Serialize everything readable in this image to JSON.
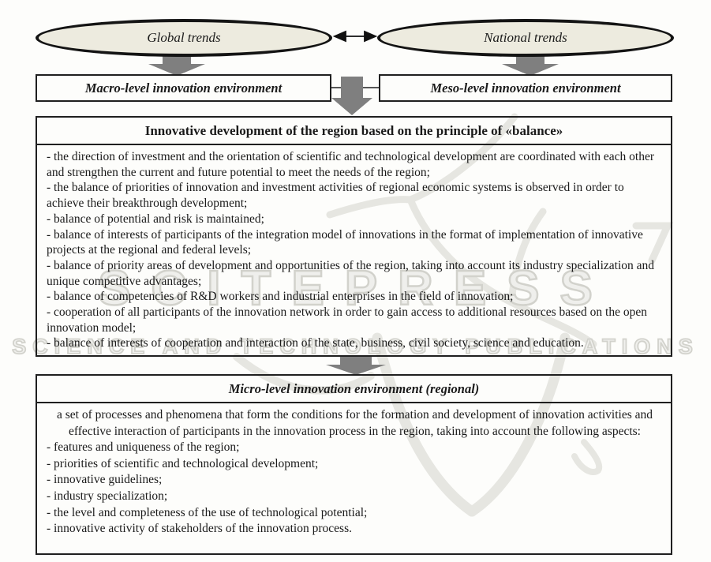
{
  "diagram": {
    "trends": {
      "global": "Global trends",
      "national": "National trends"
    },
    "levels": {
      "macro": "Macro-level innovation environment",
      "meso": "Meso-level innovation environment"
    },
    "balance": {
      "title": "Innovative development of the region based on the principle of «balance»",
      "items": [
        "- the direction of investment and the orientation of scientific and technological development are coordinated with each other and strengthen the current and future potential to meet the needs of the region;",
        "- the balance of priorities of innovation and investment activities of regional economic systems is observed in order to achieve their breakthrough development;",
        "- balance of potential and risk is maintained;",
        "- balance of interests of participants of the integration model of innovations in the format of implementation of innovative projects at the regional and federal levels;",
        "- balance of priority areas of development and opportunities of the region, taking into account its industry specialization and unique competitive advantages;",
        "- balance of competencies of R&D workers and industrial enterprises in the field of innovation;",
        "- cooperation of all participants of the innovation network in order to gain access to additional resources based on the open innovation model;",
        "- balance of interests of cooperation and interaction of the state, business, civil society, science and education."
      ]
    },
    "micro": {
      "title": "Micro-level innovation environment (regional)",
      "intro": "a set of processes and phenomena that form the conditions for the formation and development of innovation activities and effective interaction of participants in the innovation process in the region, taking into account the following aspects:",
      "items": [
        "- features and uniqueness of the region;",
        "- priorities of scientific and technological development;",
        "- innovative guidelines;",
        "- industry specialization;",
        "- the level and completeness of the use of technological potential;",
        "- innovative activity of stakeholders of the innovation process."
      ]
    }
  },
  "watermark": {
    "title": "SCITEPRESS",
    "subtitle": "SCIENCE AND TECHNOLOGY PUBLICATIONS"
  },
  "colors": {
    "ellipse_fill": "#edebdf",
    "block_arrow": "#7f7f7f",
    "border": "#1f1f1f",
    "watermark_outline": "#d2d2cc"
  }
}
